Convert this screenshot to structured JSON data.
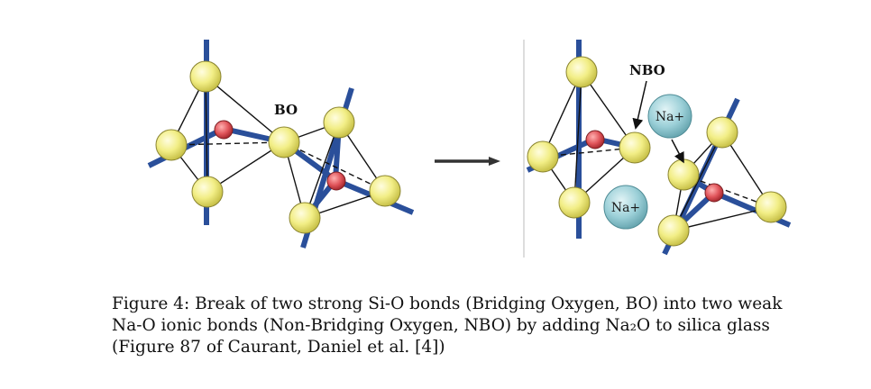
{
  "diagram": {
    "label_bo": "BO",
    "label_nbo": "NBO",
    "ion_label": "Na+",
    "colors": {
      "bond": "#2a4f9a",
      "oxygen": "#f2ee86",
      "silicon": "#e0545a",
      "sodium": "#9cd0d8",
      "edge": "#111111",
      "arrow": "#333333"
    }
  },
  "caption": {
    "line1": "Figure 4: Break of two strong Si-O bonds (Bridging Oxygen, BO) into two weak",
    "line2": "Na-O ionic bonds (Non-Bridging Oxygen, NBO) by adding Na₂O to silica glass",
    "line3": "(Figure 87 of Caurant, Daniel et al. [4])"
  }
}
